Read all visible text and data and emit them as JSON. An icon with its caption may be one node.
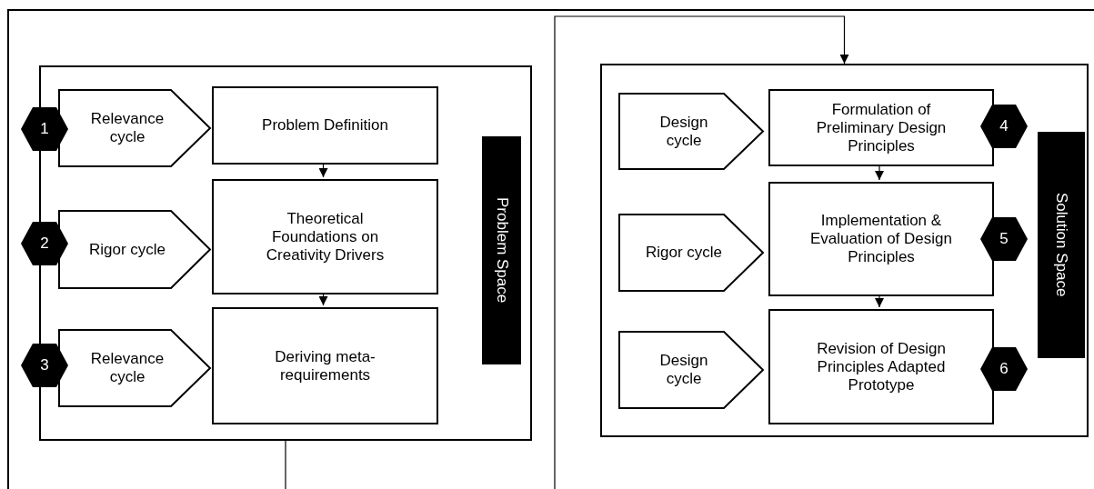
{
  "diagram": {
    "nodes": [
      {
        "text": [],
        "shape": "box"
      },
      {
        "text": [
          "Problem Space"
        ],
        "in": 0
      },
      {
        "text": [
          "1"
        ]
      },
      {
        "text": [
          "Relevance cycle"
        ],
        "in": 0
      },
      {
        "text": [
          "Problem Definition"
        ],
        "in": 0
      },
      {
        "text": [
          "2"
        ]
      },
      {
        "text": [
          "Rigor cycle"
        ],
        "in": 0
      },
      {
        "text": [
          "Theoretical Foundations on Creativity Drivers"
        ],
        "in": 0
      },
      {
        "text": [
          "3"
        ]
      },
      {
        "text": [
          "Relevance cycle"
        ],
        "in": 0
      },
      {
        "text": [
          "Deriving meta-requirements"
        ],
        "in": 0
      },
      {
        "text": [],
        "shape": "box"
      },
      {
        "text": [
          "Solution Space"
        ],
        "in": 11
      },
      {
        "text": [
          "Design cycle"
        ],
        "in": 11
      },
      {
        "text": [
          "Formulation of Preliminary Design Principles"
        ],
        "in": 11
      },
      {
        "text": [
          "4"
        ],
        "in": 11
      },
      {
        "text": [
          "Rigor cycle"
        ],
        "in": 11
      },
      {
        "text": [
          "Implementation & Evaluation of Design Principles"
        ],
        "in": 11
      },
      {
        "text": [
          "5"
        ],
        "in": 11
      },
      {
        "text": [
          "Design cycle"
        ],
        "in": 11
      },
      {
        "text": [
          "Revision of Design Principles Adapted Prototype"
        ],
        "in": 11
      },
      {
        "text": [
          "6"
        ],
        "in": 11
      }
    ],
    "edges": [
      {
        "from": 4,
        "to": 7,
        "arrow": "to"
      },
      {
        "from": 7,
        "to": 10,
        "arrow": "to"
      },
      {
        "from": 14,
        "to": 17,
        "arrow": "to"
      },
      {
        "from": 17,
        "to": 20,
        "arrow": "to"
      },
      {
        "from": 0,
        "to": 11,
        "arrow": "to"
      }
    ]
  }
}
